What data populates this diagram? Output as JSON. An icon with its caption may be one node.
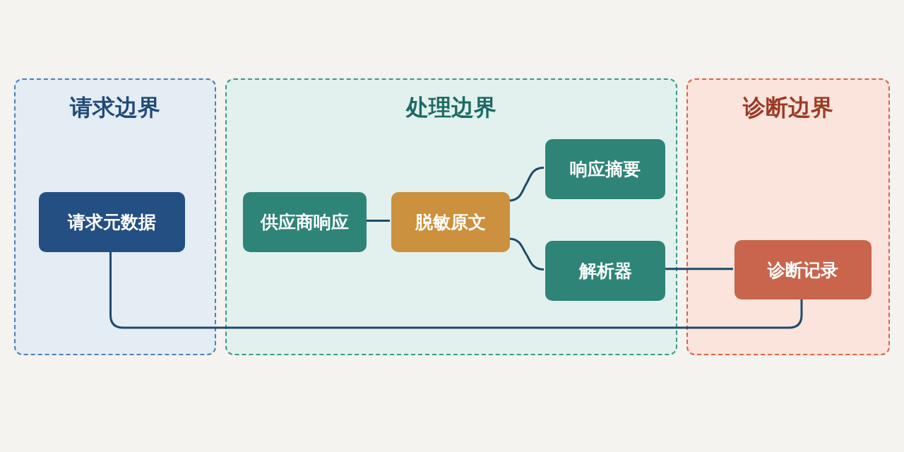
{
  "diagram": {
    "nodes": [
      {
        "text": [
          "请求边界"
        ]
      },
      {
        "text": [
          "请求元数据"
        ],
        "in": 0
      },
      {
        "text": [
          "处理边界"
        ]
      },
      {
        "text": [
          "供应商响应"
        ],
        "in": 2
      },
      {
        "text": [
          "脱敏原文"
        ],
        "in": 2
      },
      {
        "text": [
          "响应摘要"
        ],
        "in": 2
      },
      {
        "text": [
          "解析器"
        ],
        "in": 2
      },
      {
        "text": [
          "诊断边界"
        ]
      },
      {
        "text": [
          "诊断记录"
        ],
        "in": 7
      }
    ],
    "edges": [
      {
        "from": 3,
        "to": 4,
        "arrow": "none"
      },
      {
        "from": 4,
        "to": 5,
        "arrow": "none"
      },
      {
        "from": 4,
        "to": 6,
        "arrow": "none"
      },
      {
        "from": 6,
        "to": 8,
        "arrow": "none"
      },
      {
        "from": 1,
        "to": 8,
        "arrow": "none"
      }
    ]
  }
}
